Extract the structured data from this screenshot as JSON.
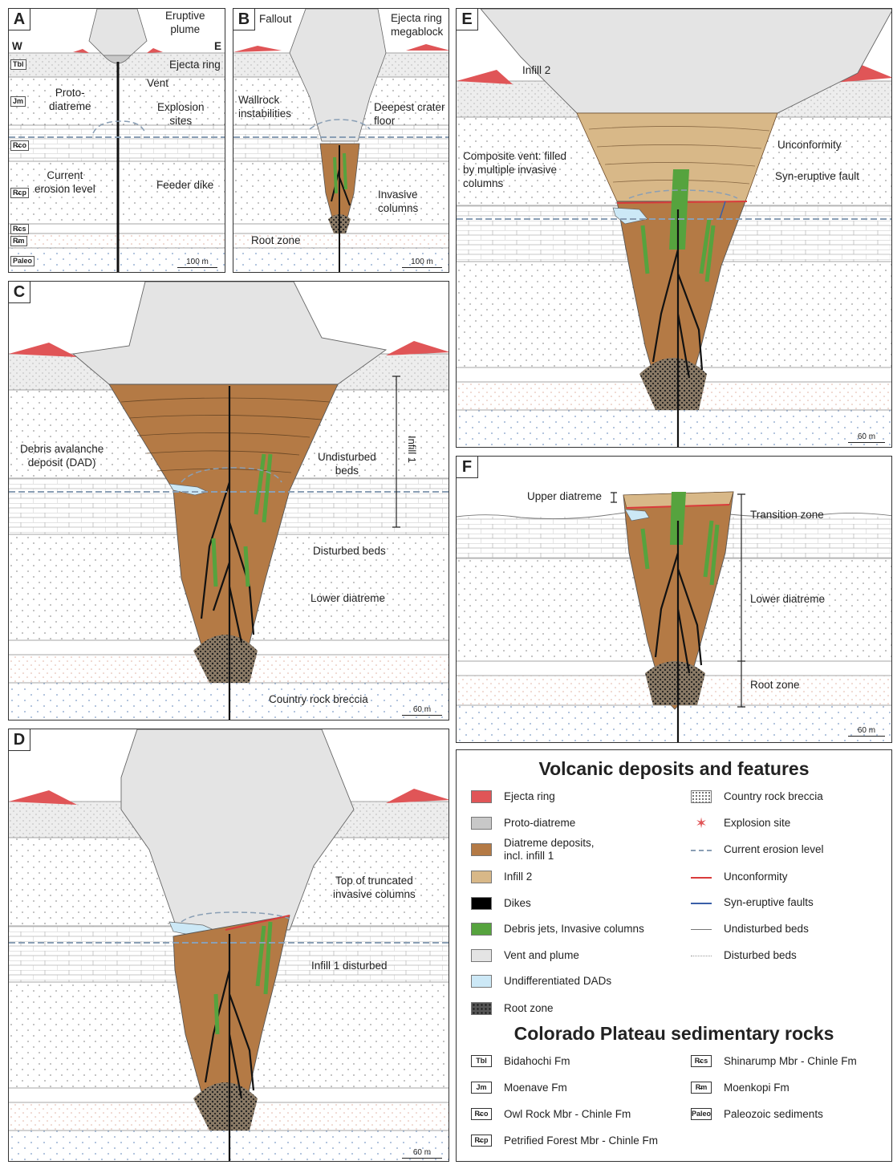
{
  "panels": {
    "A": {
      "letter": "A",
      "west": "W",
      "east": "E",
      "eruptive_plume": "Eruptive\nplume",
      "ejecta_ring": "Ejecta ring",
      "vent": "Vent",
      "proto_diatreme": "Proto-\ndiatreme",
      "explosion_sites": "Explosion\nsites",
      "current_erosion": "Current\nerosion level",
      "feeder_dike": "Feeder dike",
      "scale": "100 m"
    },
    "B": {
      "letter": "B",
      "fallout": "Fallout",
      "ejecta_megablock": "Ejecta ring\nmegablock",
      "wallrock": "Wallrock\ninstabilities",
      "deepest_floor": "Deepest crater\nfloor",
      "invasive": "Invasive\ncolumns",
      "root_zone": "Root zone",
      "scale": "100 m"
    },
    "C": {
      "letter": "C",
      "dad": "Debris avalanche\ndeposit (DAD)",
      "undisturbed": "Undisturbed\nbeds",
      "infill1": "Infill 1",
      "disturbed": "Disturbed beds",
      "lower": "Lower diatreme",
      "breccia": "Country rock breccia",
      "scale": "60 m"
    },
    "D": {
      "letter": "D",
      "truncated": "Top of truncated\ninvasive columns",
      "infill1_disturbed": "Infill 1 disturbed",
      "scale": "60 m"
    },
    "E": {
      "letter": "E",
      "infill2": "Infill 2",
      "composite": "Composite vent: filled\nby multiple invasive\ncolumns",
      "unconformity": "Unconformity",
      "fault": "Syn-eruptive fault",
      "scale": "60 m"
    },
    "F": {
      "letter": "F",
      "upper": "Upper diatreme",
      "transition": "Transition zone",
      "lower": "Lower diatreme",
      "root": "Root zone",
      "scale": "60 m"
    }
  },
  "formations": {
    "tbl": "Tbl",
    "jm": "Jm",
    "trco": "R̶co",
    "trcp": "R̶cp",
    "trcs": "R̶cs",
    "trm": "R̶m",
    "paleo": "Paleo"
  },
  "legend": {
    "volcanic_title": "Volcanic deposits and features",
    "sedimentary_title": "Colorado Plateau sedimentary rocks",
    "left_items": [
      {
        "label": "Ejecta ring",
        "color": "#e05557"
      },
      {
        "label": "Proto-diatreme",
        "color": "#c8c8c8"
      },
      {
        "label": "Diatreme deposits,\nincl. infill 1",
        "color": "#b47a45"
      },
      {
        "label": "Infill 2",
        "color": "#d8b888"
      },
      {
        "label": "Dikes",
        "color": "#000000"
      },
      {
        "label": "Debris jets, Invasive columns",
        "color": "#56a33e"
      },
      {
        "label": "Vent and plume",
        "color": "#e4e4e4"
      },
      {
        "label": "Undifferentiated DADs",
        "color": "#cce8f6"
      },
      {
        "label": "Root zone",
        "color": "#444444"
      }
    ],
    "right_items": [
      {
        "label": "Country rock breccia"
      },
      {
        "label": "Explosion site"
      },
      {
        "label": "Current erosion level"
      },
      {
        "label": "Unconformity"
      },
      {
        "label": "Syn-eruptive faults"
      },
      {
        "label": "Undisturbed beds"
      },
      {
        "label": "Disturbed beds"
      }
    ],
    "sed_left": [
      {
        "code": "Tbl",
        "label": "Bidahochi Fm"
      },
      {
        "code": "Jm",
        "label": "Moenave Fm"
      },
      {
        "code": "R̶co",
        "label": "Owl Rock Mbr - Chinle Fm"
      },
      {
        "code": "R̶cp",
        "label": "Petrified Forest Mbr - Chinle Fm"
      }
    ],
    "sed_right": [
      {
        "code": "R̶cs",
        "label": "Shinarump Mbr - Chinle Fm"
      },
      {
        "code": "R̶m",
        "label": "Moenkopi Fm"
      },
      {
        "code": "Paleo",
        "label": "Paleozoic sediments"
      }
    ]
  },
  "colors": {
    "ejecta": "#e05557",
    "diatreme": "#b47a45",
    "infill2": "#d8b888",
    "green": "#56a33e",
    "plume": "#e4e4e4",
    "dad": "#cce8f6",
    "erosion": "#8a9fb5",
    "unconformity": "#d93b3b",
    "fault": "#3a5fa8"
  }
}
